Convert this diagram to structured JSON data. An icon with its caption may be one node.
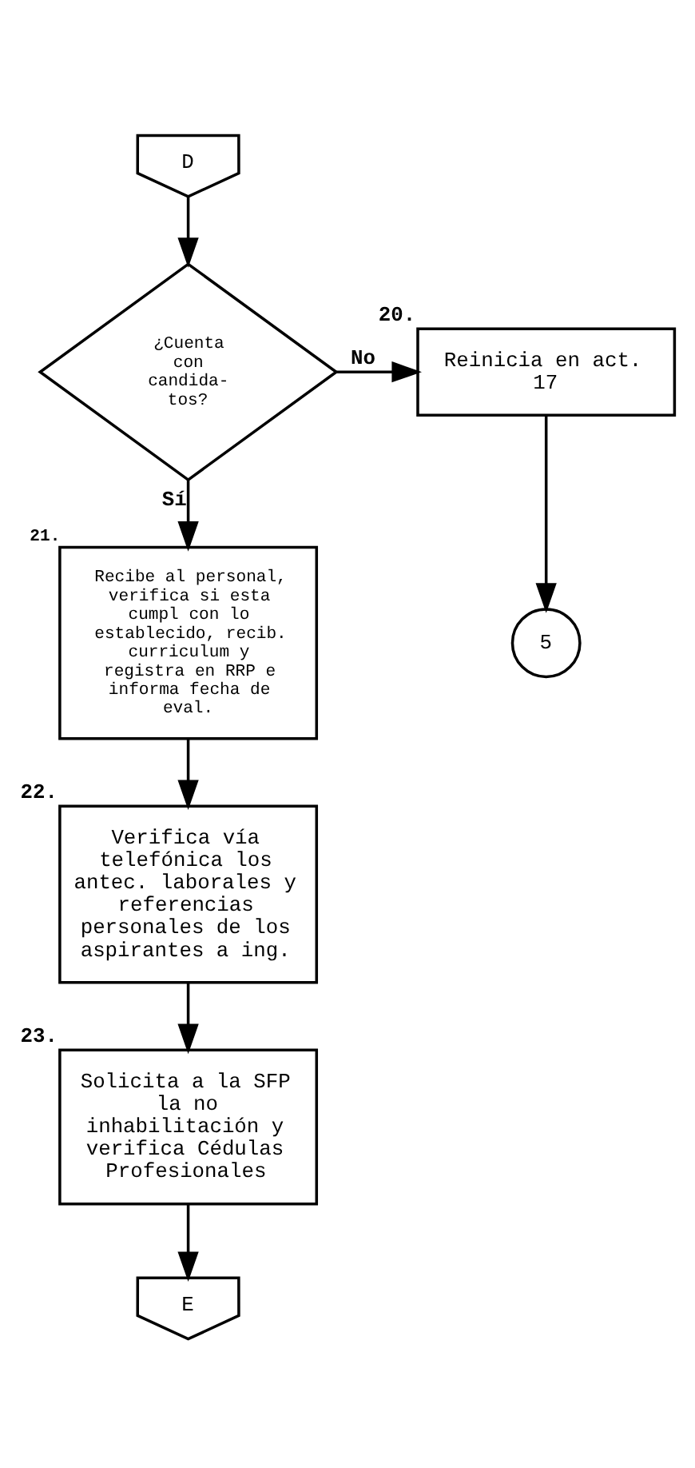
{
  "diagram": {
    "nodes": [
      {
        "text": [
          "D"
        ]
      },
      {
        "text": [
          "¿Cuenta con candida- tos?"
        ]
      },
      {
        "text": [
          "Reinicia en act. 17"
        ],
        "beside": [
          "20."
        ]
      },
      {
        "text": [
          "5"
        ]
      },
      {
        "text": [
          "Recibe al personal, verifica si esta cumpl con lo establecido, recib. curriculum y registra en RRP e informa fecha de eval."
        ],
        "beside": [
          "21."
        ]
      },
      {
        "text": [
          "Verifica vía telefónica los antec. laborales y referencias personales de los aspirantes a ing."
        ],
        "beside": [
          "22."
        ]
      },
      {
        "text": [
          "Solicita a la SFP la no inhabilitación y verifica Cédulas Profesionales"
        ],
        "beside": [
          "23."
        ]
      },
      {
        "text": [
          "E"
        ]
      }
    ],
    "edges": [
      {
        "from": 0,
        "to": 1,
        "arrow": "to"
      },
      {
        "from": 1,
        "to": 2,
        "arrow": "to",
        "label": "No"
      },
      {
        "from": 2,
        "to": 3,
        "arrow": "to"
      },
      {
        "from": 1,
        "to": 4,
        "arrow": "to",
        "label": "Sí"
      },
      {
        "from": 4,
        "to": 5,
        "arrow": "to"
      },
      {
        "from": 5,
        "to": 6,
        "arrow": "to"
      },
      {
        "from": 6,
        "to": 7,
        "arrow": "to"
      }
    ]
  }
}
